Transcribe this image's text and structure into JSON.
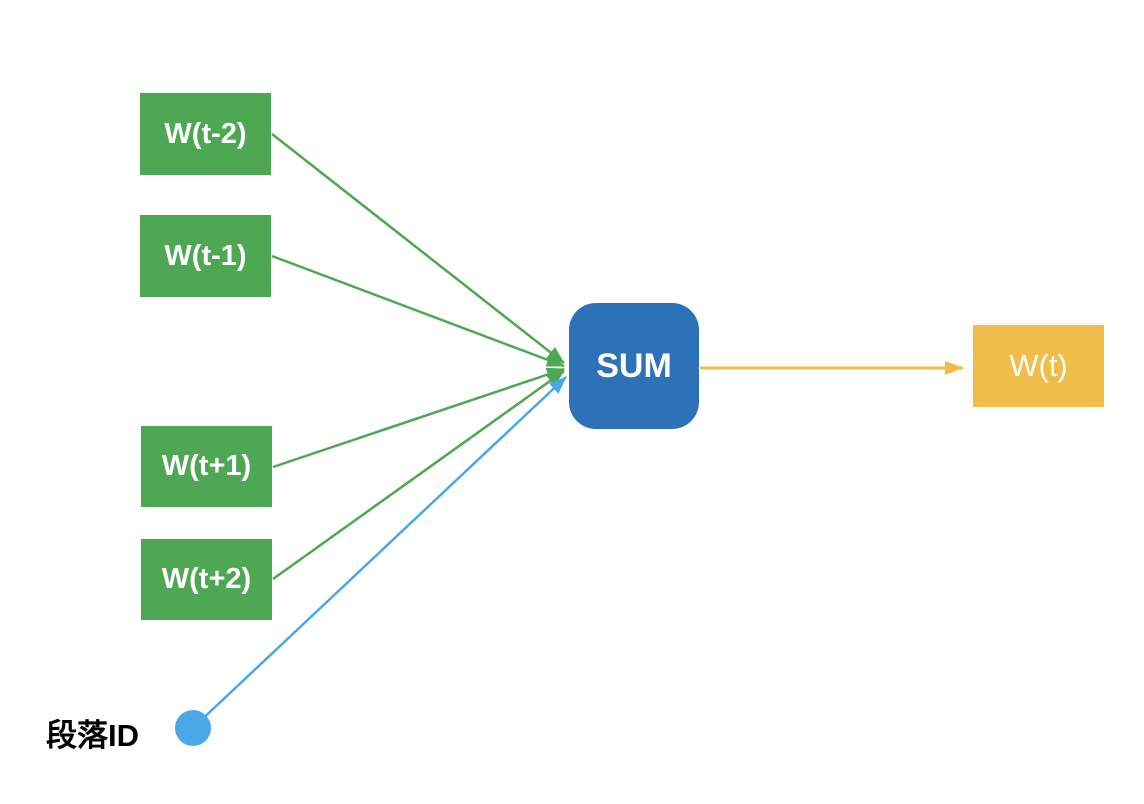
{
  "colors": {
    "background": "#ffffff",
    "green": "#4ea752",
    "sum_blue": "#2d72b8",
    "paragraph_blue": "#4aa8e8",
    "orange": "#f0bd4b",
    "text_on_node": "#ffffff",
    "label_text": "#000000"
  },
  "nodes": {
    "context_words": [
      {
        "id": "w_t_minus_2",
        "label": "W(t-2)"
      },
      {
        "id": "w_t_minus_1",
        "label": "W(t-1)"
      },
      {
        "id": "w_t_plus_1",
        "label": "W(t+1)"
      },
      {
        "id": "w_t_plus_2",
        "label": "W(t+2)"
      }
    ],
    "paragraph_id": {
      "id": "paragraph_id",
      "label": "段落ID"
    },
    "aggregator": {
      "id": "sum",
      "label": "SUM"
    },
    "output": {
      "id": "w_t",
      "label": "W(t)"
    }
  },
  "edges": [
    {
      "from": "w_t_minus_2",
      "to": "sum",
      "color_key": "green"
    },
    {
      "from": "w_t_minus_1",
      "to": "sum",
      "color_key": "green"
    },
    {
      "from": "w_t_plus_1",
      "to": "sum",
      "color_key": "green"
    },
    {
      "from": "w_t_plus_2",
      "to": "sum",
      "color_key": "green"
    },
    {
      "from": "paragraph_id",
      "to": "sum",
      "color_key": "paragraph_blue"
    },
    {
      "from": "sum",
      "to": "w_t",
      "color_key": "orange"
    }
  ]
}
